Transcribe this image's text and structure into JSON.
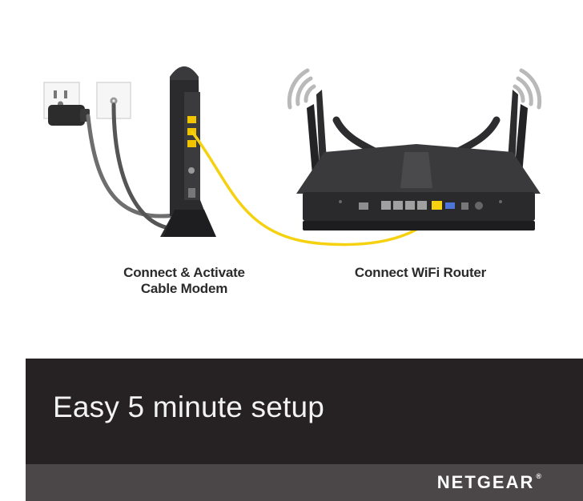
{
  "captions": {
    "modem_line1": "Connect & Activate",
    "modem_line2": "Cable Modem",
    "router": "Connect WiFi Router"
  },
  "banner": {
    "title": "Easy 5 minute setup"
  },
  "brand": {
    "name": "NETGEAR",
    "registered_mark": "®"
  },
  "icons": [
    "power-outlet-icon",
    "coax-wall-jack-icon",
    "cable-modem-icon",
    "wifi-router-icon",
    "wifi-signal-icon"
  ],
  "colors": {
    "ethernet_cable": "#f5d10f",
    "device_body": "#2f2f31",
    "banner_bg": "#262223",
    "brand_bar_bg": "#4b4748"
  }
}
